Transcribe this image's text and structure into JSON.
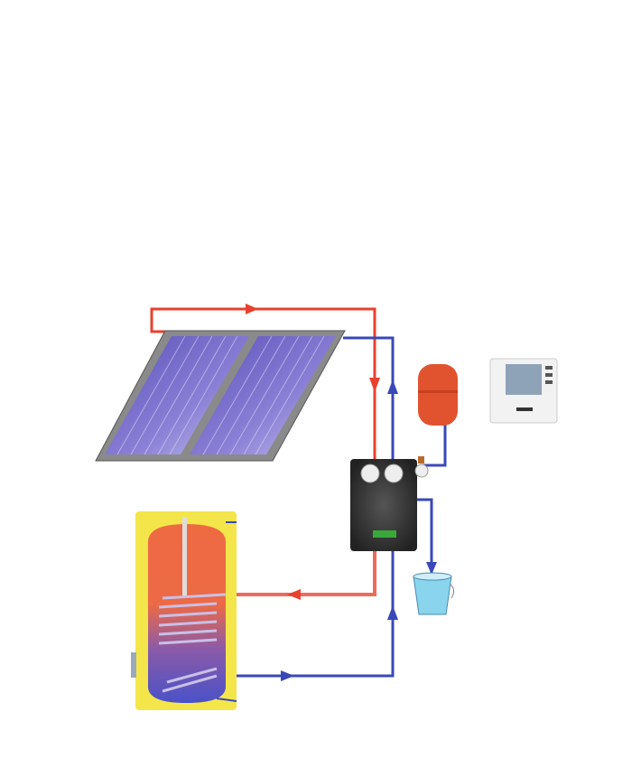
{
  "diagram": {
    "type": "solar-thermal-system",
    "components": [
      "solar-collectors",
      "pump-station",
      "expansion-vessel",
      "controller",
      "drain-bucket",
      "storage-tank"
    ],
    "colors": {
      "hot_pipe": "#e8412e",
      "cold_pipe": "#3a48b8",
      "collector_glass": "#6a5fc4",
      "collector_frame": "#8a8a8a",
      "tank_jacket": "#f4e64a",
      "tank_hot": "#ee6a43",
      "tank_cold": "#5a4fc0",
      "pump_body": "#2e302e",
      "vessel": "#e0532e"
    }
  }
}
